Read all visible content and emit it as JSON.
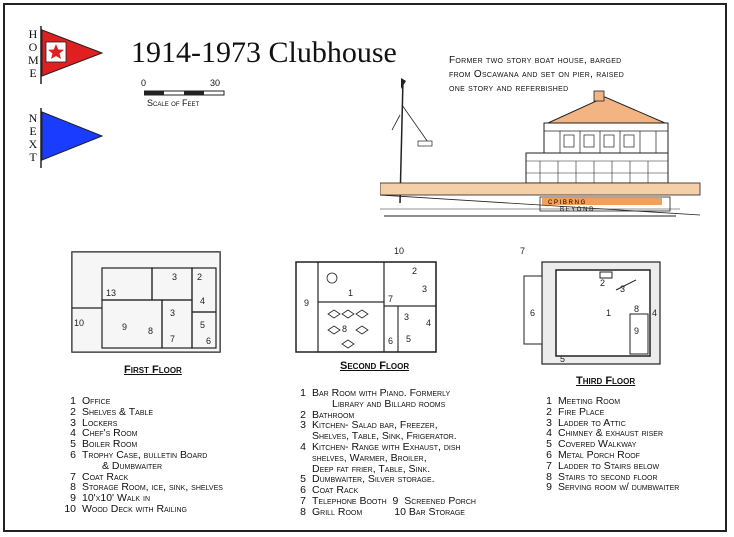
{
  "nav": {
    "home_letters": [
      "H",
      "O",
      "M",
      "E"
    ],
    "next_letters": [
      "N",
      "E",
      "X",
      "T"
    ],
    "home_pennant_color": "#e02020",
    "next_pennant_color": "#1a3cff"
  },
  "title": "1914-1973 Clubhouse",
  "description": "Former two story boat house, barged from Oscawana and set on pier, raised one story and referbished",
  "scale": {
    "min": "0",
    "max": "30",
    "label": "Scale of Feet"
  },
  "elevation_signs": {
    "top": "C P I B R N G",
    "bottom": "B E Y O N D"
  },
  "floors": {
    "first": {
      "label": "First Floor",
      "legend": [
        {
          "n": "1",
          "text": "Office"
        },
        {
          "n": "2",
          "text": "Shelves & Table"
        },
        {
          "n": "3",
          "text": "Lockers"
        },
        {
          "n": "4",
          "text": "Chef's Room"
        },
        {
          "n": "5",
          "text": "Boiler Room"
        },
        {
          "n": "6",
          "text": "Trophy Case, bulletin Board"
        },
        {
          "n": "",
          "text": "& Dumbwaiter"
        },
        {
          "n": "7",
          "text": "Coat Rack"
        },
        {
          "n": "8",
          "text": "Storage Room, ice, sink, shelves"
        },
        {
          "n": "9",
          "text": "10'x10'  Walk in"
        },
        {
          "n": "10",
          "text": "Wood Deck with Railing"
        }
      ]
    },
    "second": {
      "label": "Second Floor",
      "legend": [
        {
          "n": "1",
          "text": "Bar Room with Piano.  Formerly"
        },
        {
          "n": "",
          "text": "Library and Billard rooms"
        },
        {
          "n": "2",
          "text": "Bathroom"
        },
        {
          "n": "3",
          "text": "Kitchen- Salad bar, Freezer,"
        },
        {
          "n": "",
          "text": "Shelves, Table, Sink, Frigerator."
        },
        {
          "n": "4",
          "text": "Kitchen- Range with Exhaust, dish"
        },
        {
          "n": "",
          "text": "shelves, Warmer, Broiler,"
        },
        {
          "n": "",
          "text": "Deep fat frier, Table, Sink."
        },
        {
          "n": "5",
          "text": "Dumbwaiter, Silver storage."
        },
        {
          "n": "6",
          "text": "Coat Rack"
        },
        {
          "n": "7",
          "text": "Telephone Booth  9  Screened Porch"
        },
        {
          "n": "8",
          "text": "Grill Room           10 Bar Storage"
        }
      ]
    },
    "third": {
      "label": "Third Floor",
      "legend": [
        {
          "n": "1",
          "text": "Meeting Room"
        },
        {
          "n": "2",
          "text": "Fire Place"
        },
        {
          "n": "3",
          "text": "Ladder to Attic"
        },
        {
          "n": "4",
          "text": "Chimney & exhaust riser"
        },
        {
          "n": "5",
          "text": "Covered Walkway"
        },
        {
          "n": "6",
          "text": "Metal Porch Roof"
        },
        {
          "n": "7",
          "text": "Ladder to Stairs below"
        },
        {
          "n": "8",
          "text": "Stairs to second floor"
        },
        {
          "n": "9",
          "text": "Serving room w/ dumbwaiter"
        }
      ]
    }
  },
  "plan_numbers": {
    "first": [
      "10",
      "9",
      "8",
      "13",
      "3",
      "2",
      "4",
      "3",
      "5",
      "7",
      "6"
    ],
    "second": [
      "10",
      "9",
      "1",
      "8",
      "2",
      "7",
      "3",
      "3",
      "4",
      "5",
      "6"
    ],
    "third": [
      "7",
      "6",
      "2",
      "3",
      "1",
      "8",
      "9",
      "4",
      "5"
    ]
  },
  "colors": {
    "roof": "#f3b483",
    "deck": "#f5cfa8",
    "signs": "#f0a05a",
    "ink": "#222222",
    "floor_fill": "#dcdcdc"
  }
}
